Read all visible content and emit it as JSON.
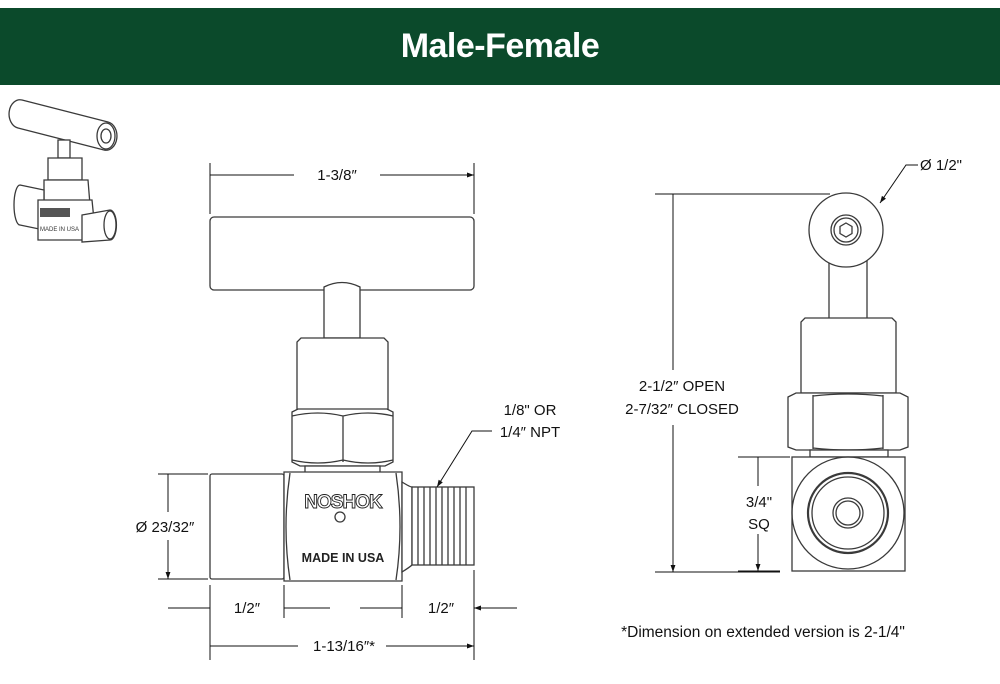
{
  "header": {
    "title": "Male-Female",
    "background": "#0b4a2b"
  },
  "front_view": {
    "handle_width": "1-3/8″",
    "port_diameter": "Ø 23/32″",
    "female_length": "1/2″",
    "male_length": "1/2″",
    "overall_length": "1-13/16″*",
    "thread_line1": "1/8\" OR",
    "thread_line2": "1/4″ NPT",
    "logo": "NOSHOK",
    "body_marking": "MADE IN USA"
  },
  "side_view": {
    "handle_diameter": "Ø 1/2\"",
    "height_open": "2-1/2″ OPEN",
    "height_closed": "2-7/32″ CLOSED",
    "body_size_line1": "3/4\"",
    "body_size_line2": "SQ"
  },
  "footnote": "*Dimension on extended version is 2-1/4\""
}
